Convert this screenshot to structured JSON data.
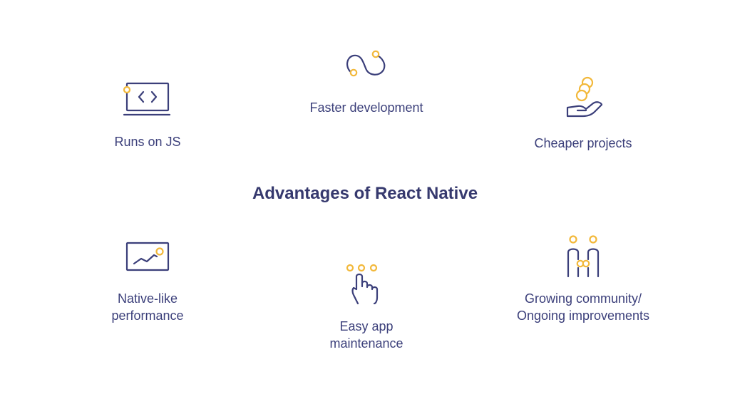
{
  "title": "Advantages of React Native",
  "items": [
    {
      "icon": "code-window-icon",
      "lines": [
        "Runs on JS"
      ]
    },
    {
      "icon": "path-curve-icon",
      "lines": [
        "Faster development"
      ]
    },
    {
      "icon": "coins-hand-icon",
      "lines": [
        "Cheaper projects"
      ]
    },
    {
      "icon": "trend-chart-icon",
      "lines": [
        "Native-like",
        "performance"
      ]
    },
    {
      "icon": "tap-finger-icon",
      "lines": [
        "Easy app",
        "maintenance"
      ]
    },
    {
      "icon": "people-community-icon",
      "lines": [
        "Growing community/",
        "Ongoing improvements"
      ]
    }
  ],
  "colors": {
    "primary": "#3b3f7a",
    "accent": "#f2b83a",
    "background": "#ffffff"
  }
}
